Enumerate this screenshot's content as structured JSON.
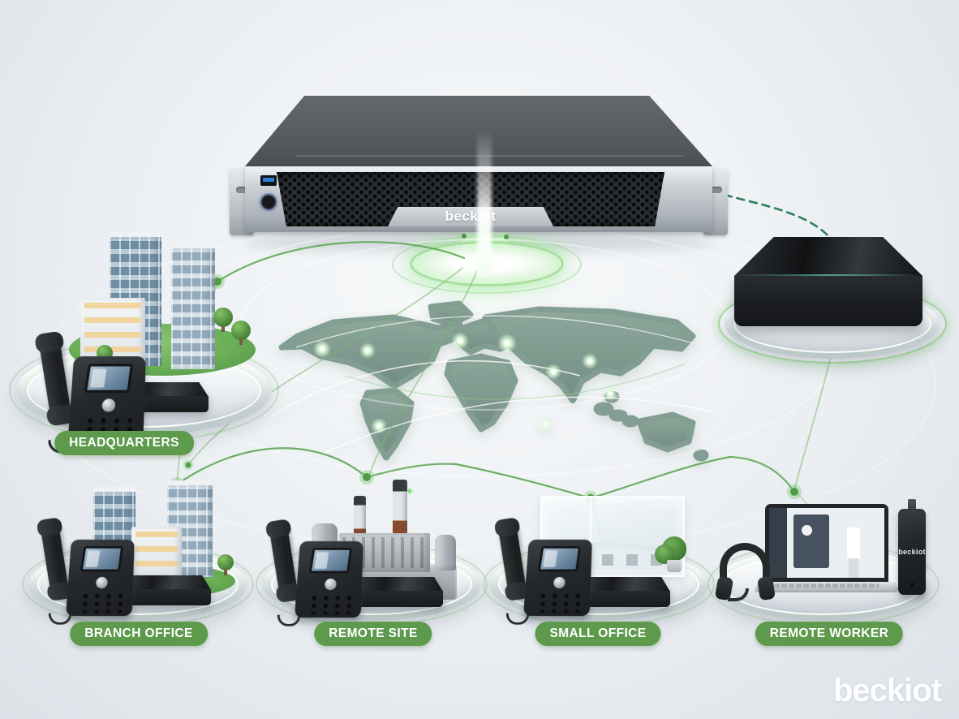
{
  "brand": {
    "server_faceplate_logo": "beckiot",
    "dongle_logo": "beckiot",
    "watermark_logo": "beckiot"
  },
  "sites": [
    {
      "id": "headquarters",
      "label": "HEADQUARTERS",
      "icon": "office-campus-buildings-with-ip-phone-and-gateway-box"
    },
    {
      "id": "branch-office",
      "label": "BRANCH OFFICE",
      "icon": "office-buildings-with-ip-phone-and-gateway-box"
    },
    {
      "id": "remote-site",
      "label": "REMOTE SITE",
      "icon": "industrial-factory-with-ip-phone-and-gateway-box"
    },
    {
      "id": "small-office",
      "label": "SMALL OFFICE",
      "icon": "glass-office-interior-with-ip-phone-and-gateway-box"
    },
    {
      "id": "remote-worker",
      "label": "REMOTE WORKER",
      "icon": "laptop-with-headset-and-usb-dongle"
    }
  ],
  "hub": {
    "icon": "rackmount-pbx-server",
    "platform_icon": "glowing-ring-platform",
    "map_icon": "world-map-with-glowing-network-nodes"
  },
  "gateway": {
    "icon": "black-gateway-appliance-on-glass-platform"
  },
  "colors": {
    "background_edge": "#dde2e8",
    "background_center": "#f8fafb",
    "label_green": "#5d9a4c",
    "line_green": "#55a24b",
    "dashed_line_green": "#2f7d5a",
    "map_green": "#7d998d",
    "glow_ring_green": "#8cdc82",
    "server_top_gray": "#585c60",
    "server_panel_silver": "#cdd2d6",
    "device_black": "#1b1d20",
    "usb_port_blue": "#2f7fd8"
  }
}
